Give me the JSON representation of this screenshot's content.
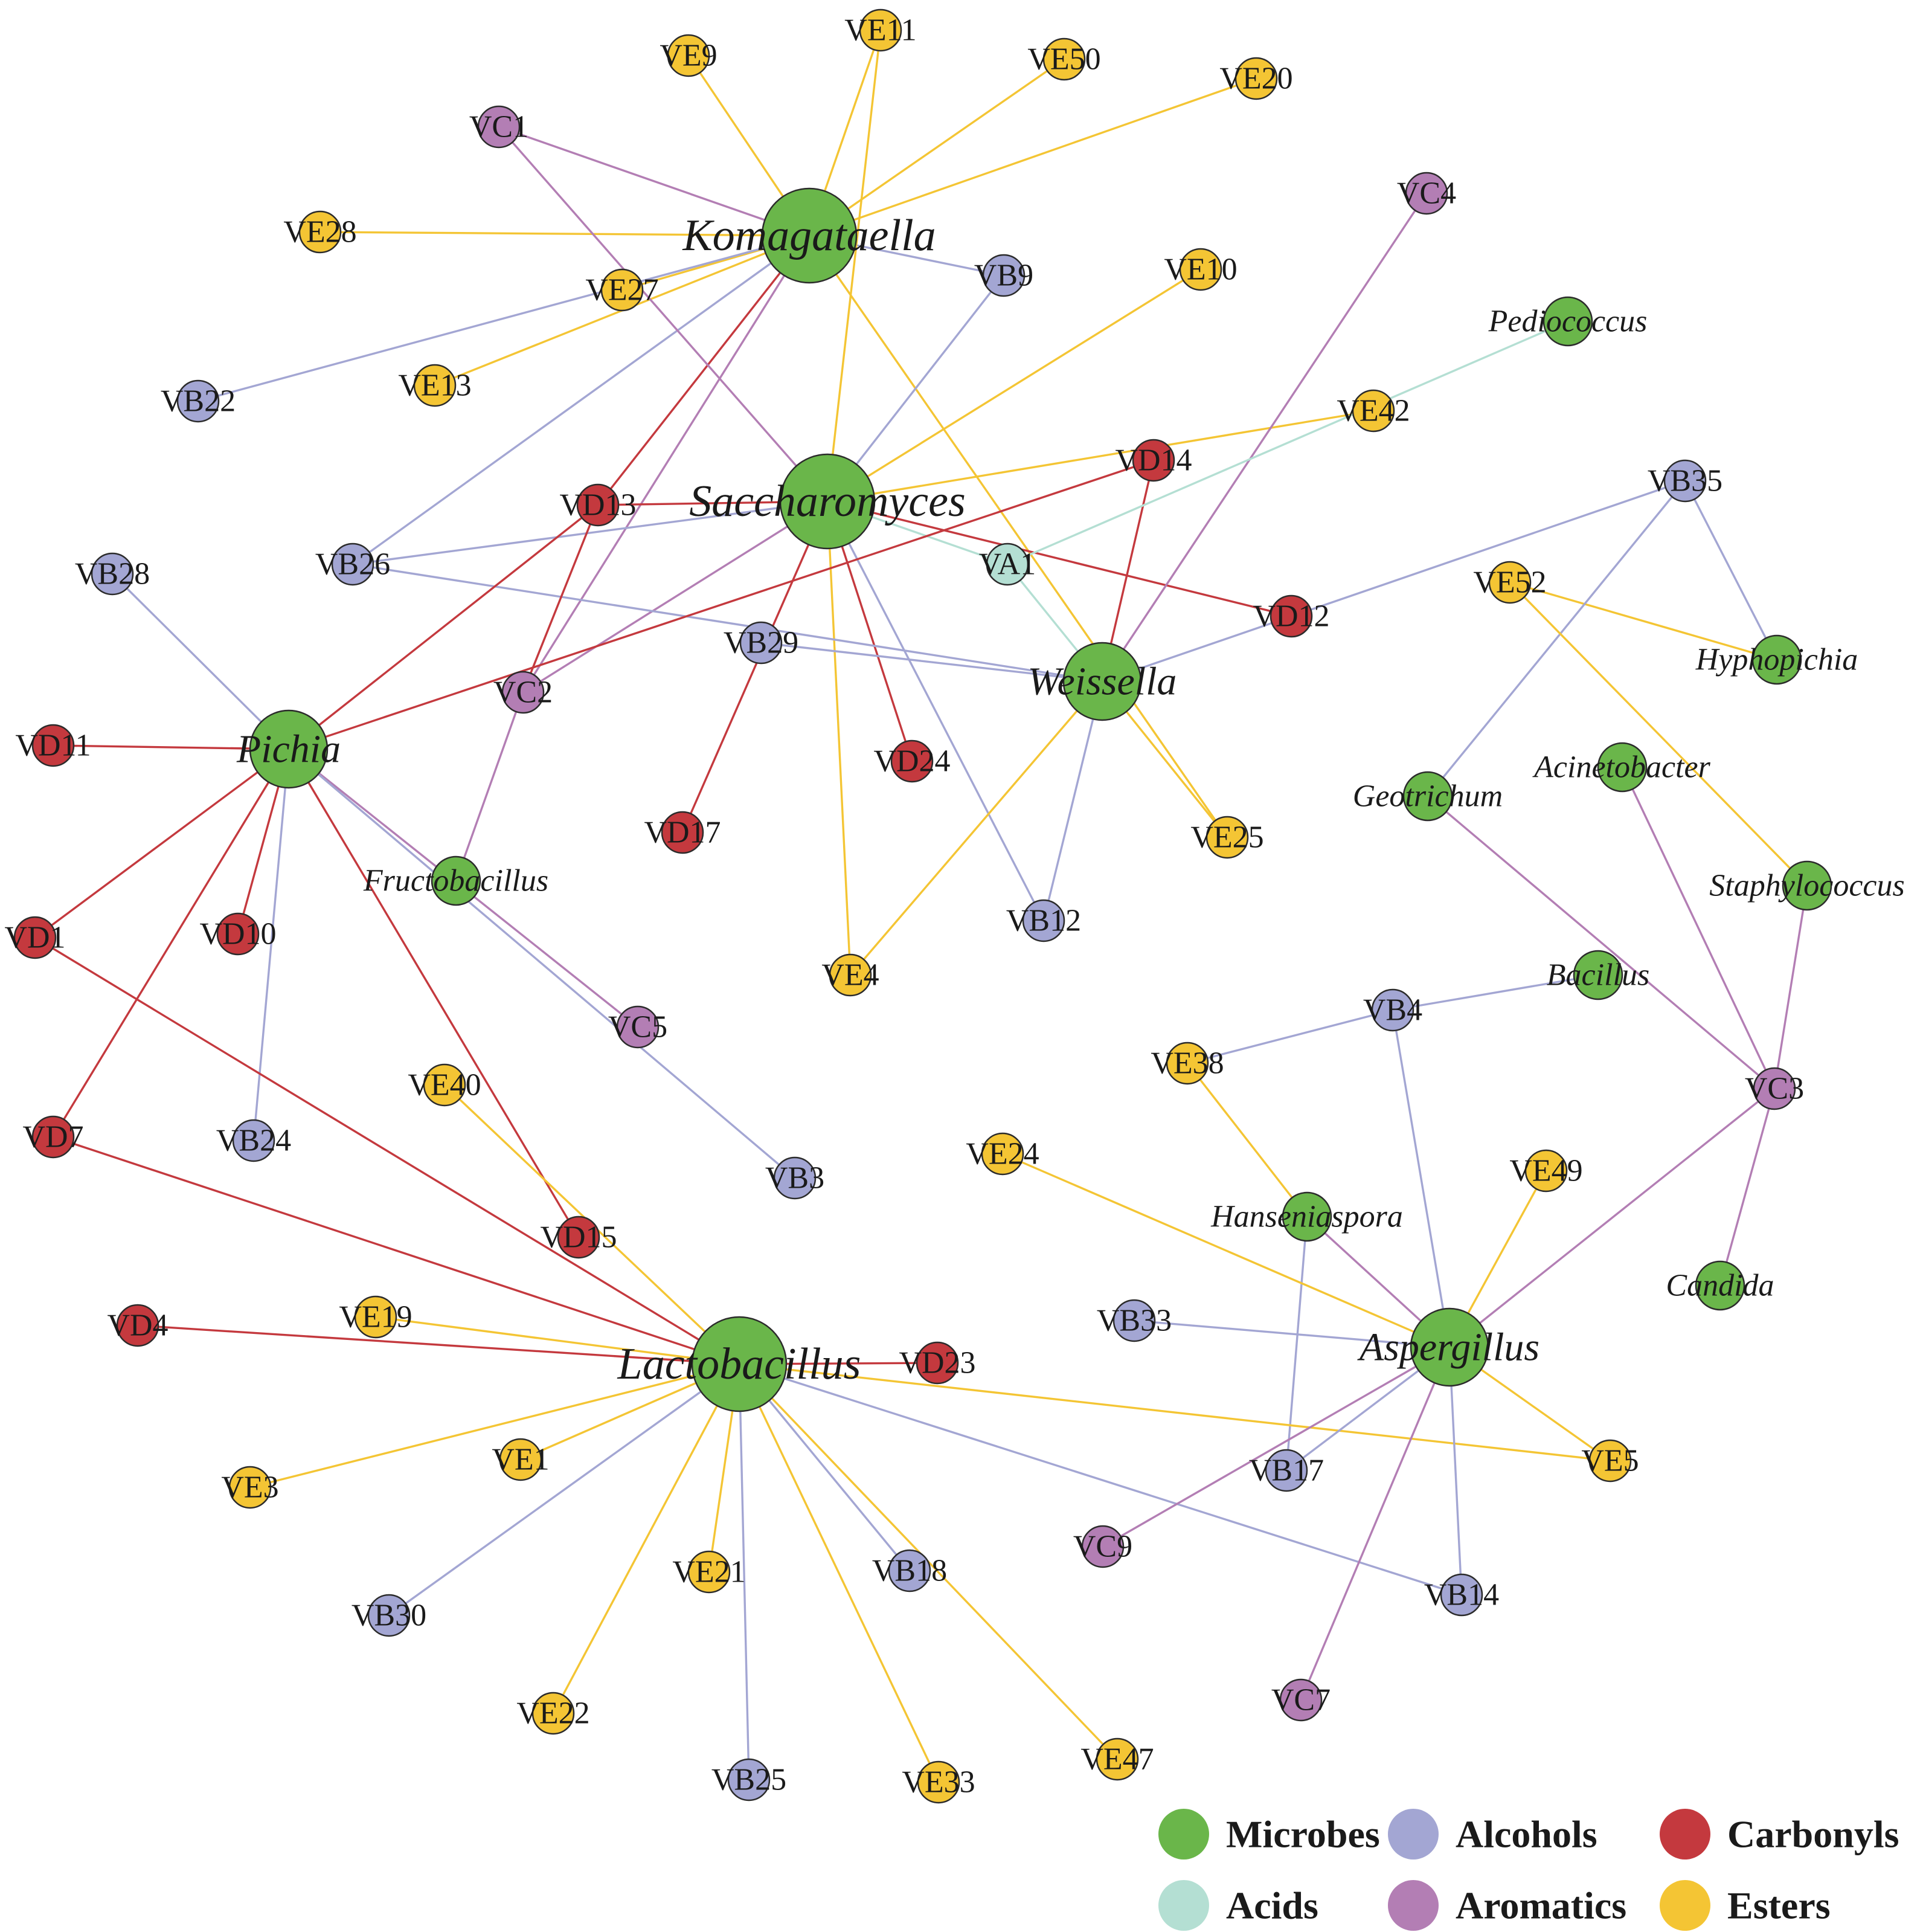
{
  "colors": {
    "microbe": "#6ab64a",
    "alcohol": "#a3a6d3",
    "carbonyl": "#c4393e",
    "acid": "#b4dfd3",
    "aromatic": "#b37eb4",
    "ester": "#f4c534",
    "edge_alcohol": "#a3a6d3",
    "edge_carbonyl": "#c4393e",
    "edge_acid": "#b4dfd3",
    "edge_aromatic": "#b37eb4",
    "edge_ester": "#f4c534"
  },
  "legend": [
    {
      "label": "Microbes",
      "type": "microbe"
    },
    {
      "label": "Alcohols",
      "type": "alcohol"
    },
    {
      "label": "Carbonyls",
      "type": "carbonyl"
    },
    {
      "label": "Acids",
      "type": "acid"
    },
    {
      "label": "Aromatics",
      "type": "aromatic"
    },
    {
      "label": "Esters",
      "type": "ester"
    }
  ],
  "nodes": [
    {
      "id": "Komagataella",
      "label": "Komagataella",
      "type": "microbe",
      "size": "large"
    },
    {
      "id": "Saccharomyces",
      "label": "Saccharomyces",
      "type": "microbe",
      "size": "large"
    },
    {
      "id": "Weissella",
      "label": "Weissella",
      "type": "microbe",
      "size": "medium"
    },
    {
      "id": "Pichia",
      "label": "Pichia",
      "type": "microbe",
      "size": "medium"
    },
    {
      "id": "Lactobacillus",
      "label": "Lactobacillus",
      "type": "microbe",
      "size": "large"
    },
    {
      "id": "Aspergillus",
      "label": "Aspergillus",
      "type": "microbe",
      "size": "medium"
    },
    {
      "id": "Fructobacillus",
      "label": "Fructobacillus",
      "type": "microbe",
      "size": "small"
    },
    {
      "id": "Pediococcus",
      "label": "Pediococcus",
      "type": "microbe",
      "size": "small"
    },
    {
      "id": "Hyphopichia",
      "label": "Hyphopichia",
      "type": "microbe",
      "size": "small"
    },
    {
      "id": "Geotrichum",
      "label": "Geotrichum",
      "type": "microbe",
      "size": "small"
    },
    {
      "id": "Acinetobacter",
      "label": "Acinetobacter",
      "type": "microbe",
      "size": "small"
    },
    {
      "id": "Staphylococcus",
      "label": "Staphylococcus",
      "type": "microbe",
      "size": "small"
    },
    {
      "id": "Bacillus",
      "label": "Bacillus",
      "type": "microbe",
      "size": "small"
    },
    {
      "id": "Hanseniaspora",
      "label": "Hanseniaspora",
      "type": "microbe",
      "size": "small"
    },
    {
      "id": "Candida",
      "label": "Candida",
      "type": "microbe",
      "size": "small"
    },
    {
      "id": "VE9",
      "label": "VE9",
      "type": "ester"
    },
    {
      "id": "VE11",
      "label": "VE11",
      "type": "ester"
    },
    {
      "id": "VE50",
      "label": "VE50",
      "type": "ester"
    },
    {
      "id": "VE20",
      "label": "VE20",
      "type": "ester"
    },
    {
      "id": "VC1",
      "label": "VC1",
      "type": "aromatic"
    },
    {
      "id": "VC4",
      "label": "VC4",
      "type": "aromatic"
    },
    {
      "id": "VE28",
      "label": "VE28",
      "type": "ester"
    },
    {
      "id": "VB9",
      "label": "VB9",
      "type": "alcohol"
    },
    {
      "id": "VE10",
      "label": "VE10",
      "type": "ester"
    },
    {
      "id": "VE27",
      "label": "VE27",
      "type": "ester"
    },
    {
      "id": "VB22",
      "label": "VB22",
      "type": "alcohol"
    },
    {
      "id": "VE13",
      "label": "VE13",
      "type": "ester"
    },
    {
      "id": "VE42",
      "label": "VE42",
      "type": "ester"
    },
    {
      "id": "VD14",
      "label": "VD14",
      "type": "carbonyl"
    },
    {
      "id": "VD13",
      "label": "VD13",
      "type": "carbonyl"
    },
    {
      "id": "VB35",
      "label": "VB35",
      "type": "alcohol"
    },
    {
      "id": "VB28",
      "label": "VB28",
      "type": "alcohol"
    },
    {
      "id": "VB26",
      "label": "VB26",
      "type": "alcohol"
    },
    {
      "id": "VA1",
      "label": "VA1",
      "type": "acid"
    },
    {
      "id": "VE52",
      "label": "VE52",
      "type": "ester"
    },
    {
      "id": "VD12",
      "label": "VD12",
      "type": "carbonyl"
    },
    {
      "id": "VB29",
      "label": "VB29",
      "type": "alcohol"
    },
    {
      "id": "VC2",
      "label": "VC2",
      "type": "aromatic"
    },
    {
      "id": "VD11",
      "label": "VD11",
      "type": "carbonyl"
    },
    {
      "id": "VD24",
      "label": "VD24",
      "type": "carbonyl"
    },
    {
      "id": "VD17",
      "label": "VD17",
      "type": "carbonyl"
    },
    {
      "id": "VE25",
      "label": "VE25",
      "type": "ester"
    },
    {
      "id": "VD1",
      "label": "VD1",
      "type": "carbonyl"
    },
    {
      "id": "VD10",
      "label": "VD10",
      "type": "carbonyl"
    },
    {
      "id": "VB12",
      "label": "VB12",
      "type": "alcohol"
    },
    {
      "id": "VE4",
      "label": "VE4",
      "type": "ester"
    },
    {
      "id": "VC5",
      "label": "VC5",
      "type": "aromatic"
    },
    {
      "id": "VB4",
      "label": "VB4",
      "type": "alcohol"
    },
    {
      "id": "VE38",
      "label": "VE38",
      "type": "ester"
    },
    {
      "id": "VE40",
      "label": "VE40",
      "type": "ester"
    },
    {
      "id": "VC3",
      "label": "VC3",
      "type": "aromatic"
    },
    {
      "id": "VD7",
      "label": "VD7",
      "type": "carbonyl"
    },
    {
      "id": "VB24",
      "label": "VB24",
      "type": "alcohol"
    },
    {
      "id": "VE24",
      "label": "VE24",
      "type": "ester"
    },
    {
      "id": "VB3",
      "label": "VB3",
      "type": "alcohol"
    },
    {
      "id": "VE49",
      "label": "VE49",
      "type": "ester"
    },
    {
      "id": "VD15",
      "label": "VD15",
      "type": "carbonyl"
    },
    {
      "id": "VD4",
      "label": "VD4",
      "type": "carbonyl"
    },
    {
      "id": "VE19",
      "label": "VE19",
      "type": "ester"
    },
    {
      "id": "VB33",
      "label": "VB33",
      "type": "alcohol"
    },
    {
      "id": "VD23",
      "label": "VD23",
      "type": "carbonyl"
    },
    {
      "id": "VE1",
      "label": "VE1",
      "type": "ester"
    },
    {
      "id": "VE3",
      "label": "VE3",
      "type": "ester"
    },
    {
      "id": "VE5",
      "label": "VE5",
      "type": "ester"
    },
    {
      "id": "VB17",
      "label": "VB17",
      "type": "alcohol"
    },
    {
      "id": "VE21",
      "label": "VE21",
      "type": "ester"
    },
    {
      "id": "VB18",
      "label": "VB18",
      "type": "alcohol"
    },
    {
      "id": "VC9",
      "label": "VC9",
      "type": "aromatic"
    },
    {
      "id": "VB30",
      "label": "VB30",
      "type": "alcohol"
    },
    {
      "id": "VB14",
      "label": "VB14",
      "type": "alcohol"
    },
    {
      "id": "VC7",
      "label": "VC7",
      "type": "aromatic"
    },
    {
      "id": "VE22",
      "label": "VE22",
      "type": "ester"
    },
    {
      "id": "VE47",
      "label": "VE47",
      "type": "ester"
    },
    {
      "id": "VB25",
      "label": "VB25",
      "type": "alcohol"
    },
    {
      "id": "VE33",
      "label": "VE33",
      "type": "ester"
    }
  ],
  "edges": [
    [
      "Komagataella",
      "VE9"
    ],
    [
      "Komagataella",
      "VE11"
    ],
    [
      "Komagataella",
      "VE50"
    ],
    [
      "Komagataella",
      "VE20"
    ],
    [
      "Komagataella",
      "VC1"
    ],
    [
      "Komagataella",
      "VE28"
    ],
    [
      "Komagataella",
      "VB9"
    ],
    [
      "Komagataella",
      "VE27"
    ],
    [
      "Komagataella",
      "VB22"
    ],
    [
      "Komagataella",
      "VE13"
    ],
    [
      "Komagataella",
      "VD13"
    ],
    [
      "Komagataella",
      "VB26"
    ],
    [
      "Komagataella",
      "VC2"
    ],
    [
      "Komagataella",
      "VE25"
    ],
    [
      "Saccharomyces",
      "VE11"
    ],
    [
      "Saccharomyces",
      "VC1"
    ],
    [
      "Saccharomyces",
      "VB9"
    ],
    [
      "Saccharomyces",
      "VE10"
    ],
    [
      "Saccharomyces",
      "VE42"
    ],
    [
      "Saccharomyces",
      "VD13"
    ],
    [
      "Saccharomyces",
      "VB26"
    ],
    [
      "Saccharomyces",
      "VA1"
    ],
    [
      "Saccharomyces",
      "VD12"
    ],
    [
      "Saccharomyces",
      "VC2"
    ],
    [
      "Saccharomyces",
      "VD24"
    ],
    [
      "Saccharomyces",
      "VD17"
    ],
    [
      "Saccharomyces",
      "VB12"
    ],
    [
      "Saccharomyces",
      "VE4"
    ],
    [
      "Weissella",
      "VC4"
    ],
    [
      "Weissella",
      "VD14"
    ],
    [
      "Weissella",
      "VA1"
    ],
    [
      "Weissella",
      "VB35"
    ],
    [
      "Weissella",
      "VB29"
    ],
    [
      "Weissella",
      "VB26"
    ],
    [
      "Weissella",
      "VE25"
    ],
    [
      "Weissella",
      "VB12"
    ],
    [
      "Weissella",
      "VE4"
    ],
    [
      "Pediococcus",
      "VA1"
    ],
    [
      "Pichia",
      "VB28"
    ],
    [
      "Pichia",
      "VD13"
    ],
    [
      "Pichia",
      "VD14"
    ],
    [
      "Pichia",
      "VD11"
    ],
    [
      "Pichia",
      "VD1"
    ],
    [
      "Pichia",
      "VD10"
    ],
    [
      "Pichia",
      "VD7"
    ],
    [
      "Pichia",
      "VB24"
    ],
    [
      "Pichia",
      "VD15"
    ],
    [
      "Pichia",
      "VC5"
    ],
    [
      "Pichia",
      "VB3"
    ],
    [
      "Fructobacillus",
      "VC2"
    ],
    [
      "VD13",
      "VC2"
    ],
    [
      "Hyphopichia",
      "VB35"
    ],
    [
      "Hyphopichia",
      "VE52"
    ],
    [
      "Geotrichum",
      "VB35"
    ],
    [
      "Geotrichum",
      "VC3"
    ],
    [
      "Acinetobacter",
      "VC3"
    ],
    [
      "Staphylococcus",
      "VE52"
    ],
    [
      "Staphylococcus",
      "VC3"
    ],
    [
      "Bacillus",
      "VB4"
    ],
    [
      "VB4",
      "VE38"
    ],
    [
      "Hanseniaspora",
      "VE38"
    ],
    [
      "Hanseniaspora",
      "VB17"
    ],
    [
      "Candida",
      "VC3"
    ],
    [
      "Lactobacillus",
      "VD1"
    ],
    [
      "Lactobacillus",
      "VD7"
    ],
    [
      "Lactobacillus",
      "VE40"
    ],
    [
      "Lactobacillus",
      "VD4"
    ],
    [
      "Lactobacillus",
      "VE19"
    ],
    [
      "Lactobacillus",
      "VD23"
    ],
    [
      "Lactobacillus",
      "VE1"
    ],
    [
      "Lactobacillus",
      "VE3"
    ],
    [
      "Lactobacillus",
      "VE5"
    ],
    [
      "Lactobacillus",
      "VB14"
    ],
    [
      "Lactobacillus",
      "VE21"
    ],
    [
      "Lactobacillus",
      "VB18"
    ],
    [
      "Lactobacillus",
      "VB30"
    ],
    [
      "Lactobacillus",
      "VE22"
    ],
    [
      "Lactobacillus",
      "VB25"
    ],
    [
      "Lactobacillus",
      "VE33"
    ],
    [
      "Lactobacillus",
      "VE47"
    ],
    [
      "Aspergillus",
      "VB4"
    ],
    [
      "Aspergillus",
      "VE24"
    ],
    [
      "Aspergillus",
      "VE49"
    ],
    [
      "Aspergillus",
      "VC3"
    ],
    [
      "Aspergillus",
      "VB33"
    ],
    [
      "Aspergillus",
      "VE5"
    ],
    [
      "Aspergillus",
      "VB17"
    ],
    [
      "Aspergillus",
      "VC9"
    ],
    [
      "Aspergillus",
      "VB14"
    ],
    [
      "Aspergillus",
      "VC7"
    ],
    [
      "Aspergillus",
      "Hanseniaspora"
    ]
  ]
}
